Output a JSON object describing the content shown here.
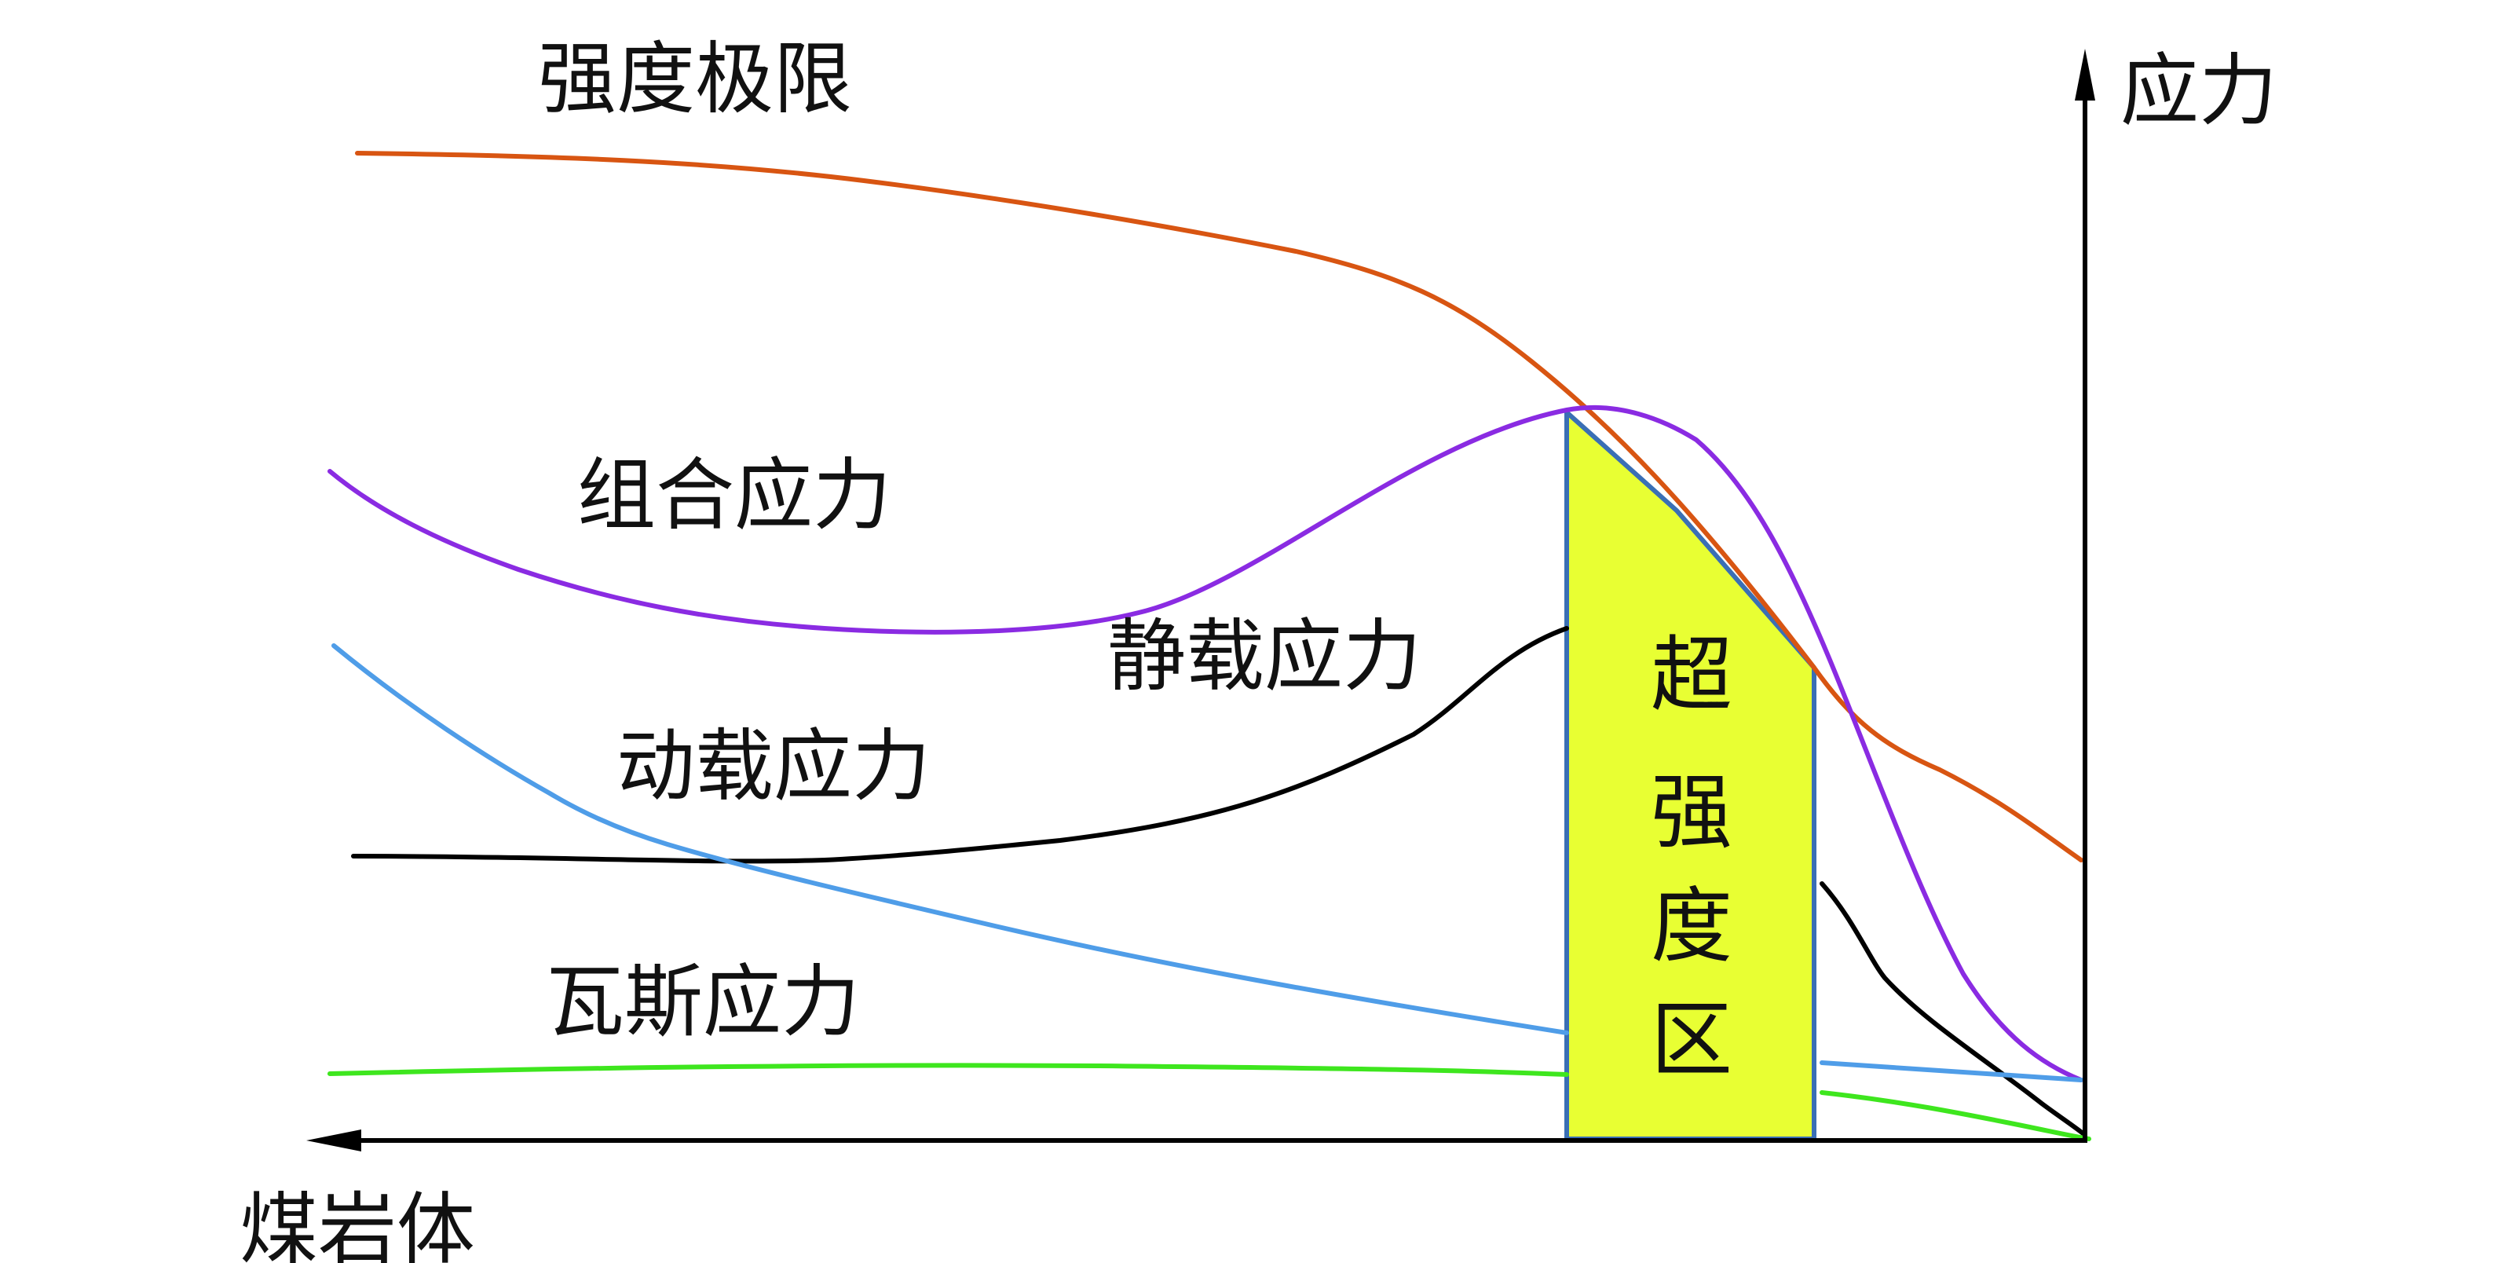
{
  "labels": {
    "strength_limit": "强度极限",
    "combined_stress": "组合应力",
    "static_stress": "静载应力",
    "dynamic_stress": "动载应力",
    "gas_stress": "瓦斯应力",
    "zone": [
      "超",
      "强",
      "度",
      "区"
    ],
    "y_axis": "应力",
    "x_axis": "煤岩体"
  },
  "colors": {
    "strength_limit": "#d85512",
    "combined_stress": "#8a2be2",
    "static_stress": "#000000",
    "dynamic_stress": "#4f9de8",
    "gas_stress": "#3ee61e",
    "zone_fill": "#e8ff33",
    "zone_stroke": "#3a6fb5",
    "axes": "#000000"
  }
}
